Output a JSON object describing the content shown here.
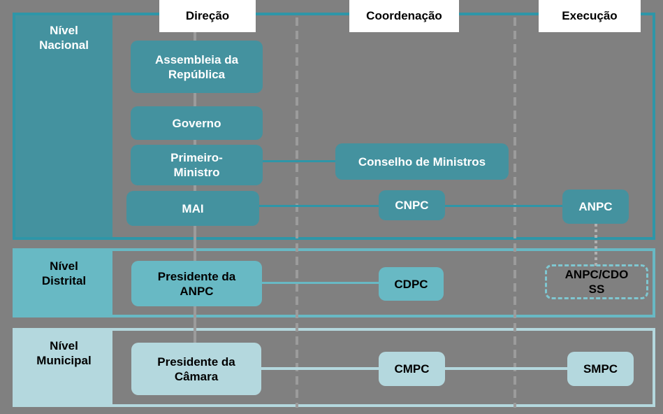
{
  "colors": {
    "background": "#808080",
    "national_fill": "#44929F",
    "national_border": "#2E96A8",
    "district_fill": "#68B9C4",
    "district_dashed_border": "#7FC7D1",
    "municipal_fill": "#B4D8DE",
    "header_background": "#FFFFFF",
    "separator_gray": "#9C9C9C",
    "dotted_connector_gray": "#B0B0B0",
    "national_text": "#FFFFFF",
    "dark_text": "#000000"
  },
  "headers": [
    {
      "id": "direcao",
      "label": "Direção"
    },
    {
      "id": "coordenacao",
      "label": "Coordenação"
    },
    {
      "id": "execucao",
      "label": "Execução"
    }
  ],
  "levels": [
    {
      "id": "nacional",
      "label": "Nível\nNacional"
    },
    {
      "id": "distrital",
      "label": "Nível\nDistrital"
    },
    {
      "id": "municipal",
      "label": "Nível\nMunicipal"
    }
  ],
  "boxes": {
    "assembleia": "Assembleia da\nRepública",
    "governo": "Governo",
    "primeiro_ministro": "Primeiro-\nMinistro",
    "mai": "MAI",
    "conselho_ministros": "Conselho de Ministros",
    "cnpc": "CNPC",
    "anpc": "ANPC",
    "presidente_anpc": "Presidente da\nANPC",
    "cdpc": "CDPC",
    "anpc_cdo_ss": "ANPC/CDO\nSS",
    "presidente_camara": "Presidente da\nCâmara",
    "cmpc": "CMPC",
    "smpc": "SMPC"
  }
}
